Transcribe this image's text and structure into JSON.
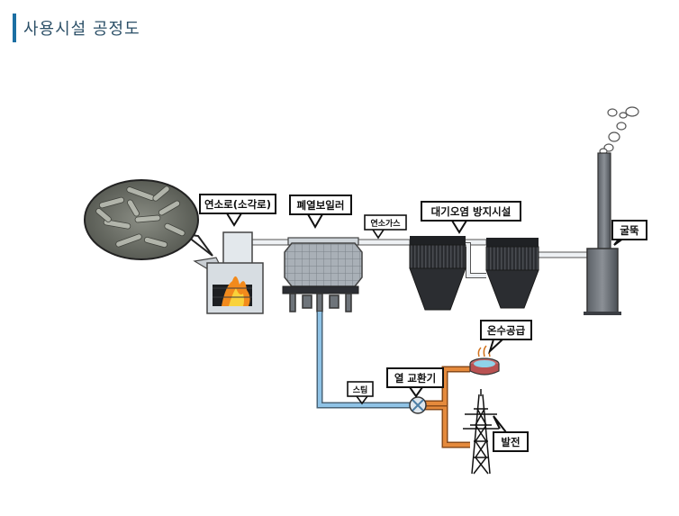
{
  "page": {
    "title": "사용시설 공정도"
  },
  "diagram": {
    "labels": {
      "incinerator": "연소로(소각로)",
      "waste_boiler": "폐열보일러",
      "flue_gas": "연소가스",
      "air_pollution_control": "대기오염 방지시설",
      "chimney": "굴뚝",
      "hot_water_supply": "온수공급",
      "heat_exchanger": "열 교환기",
      "steam": "스팀",
      "power_generation": "발전"
    }
  },
  "colors": {
    "accent": "#1c6fa3",
    "steam_pipe": "#8fc3e6",
    "hot_pipe": "#e58a3c"
  }
}
